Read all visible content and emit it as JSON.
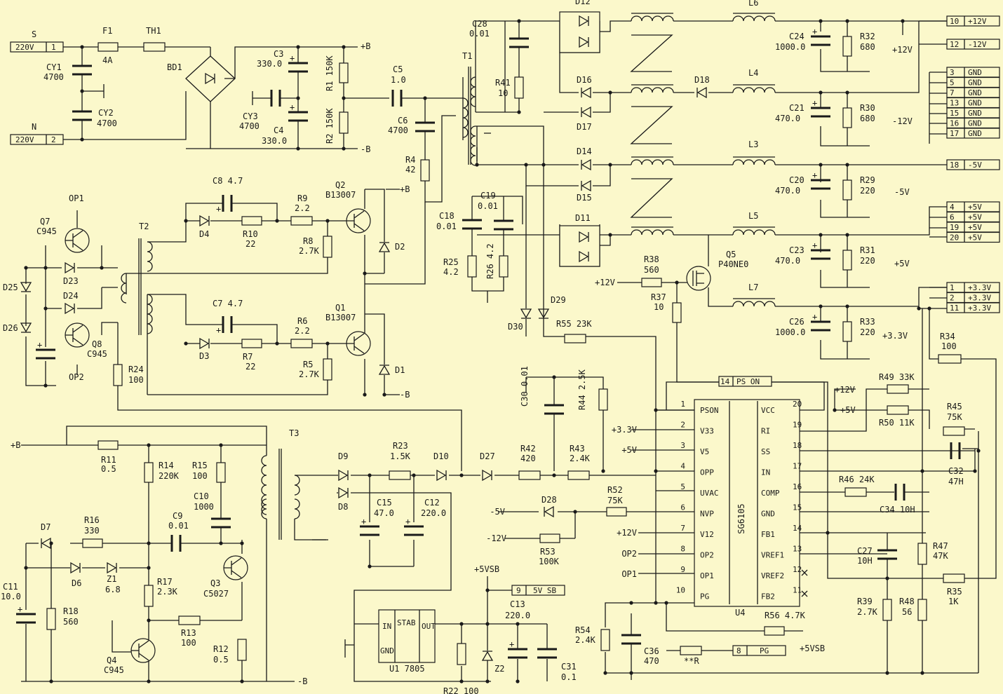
{
  "connectors": {
    "ac_s": {
      "name": "S",
      "pin": "1",
      "value": "220V"
    },
    "ac_n": {
      "name": "N",
      "pin": "2",
      "value": "220V"
    },
    "out_12v": [
      {
        "pin": "10",
        "label": "+12V"
      }
    ],
    "out_m12v": [
      {
        "pin": "12",
        "label": "-12V"
      }
    ],
    "out_gnd": [
      {
        "pin": "3",
        "label": "GND"
      },
      {
        "pin": "5",
        "label": "GND"
      },
      {
        "pin": "7",
        "label": "GND"
      },
      {
        "pin": "13",
        "label": "GND"
      },
      {
        "pin": "15",
        "label": "GND"
      },
      {
        "pin": "16",
        "label": "GND"
      },
      {
        "pin": "17",
        "label": "GND"
      }
    ],
    "out_m5v": [
      {
        "pin": "18",
        "label": "-5V"
      }
    ],
    "out_5v": [
      {
        "pin": "4",
        "label": "+5V"
      },
      {
        "pin": "6",
        "label": "+5V"
      },
      {
        "pin": "19",
        "label": "+5V"
      },
      {
        "pin": "20",
        "label": "+5V"
      }
    ],
    "out_33v": [
      {
        "pin": "1",
        "label": "+3.3V"
      },
      {
        "pin": "2",
        "label": "+3.3V"
      },
      {
        "pin": "11",
        "label": "+3.3V"
      }
    ],
    "ps_on": {
      "pin": "14",
      "label": "PS ON"
    },
    "sb": {
      "pin": "9",
      "label": "5V SB"
    },
    "pg": {
      "pin": "8",
      "label": "PG"
    }
  },
  "rail_labels": {
    "plus_b": "+B",
    "minus_b": "-B",
    "p12": "+12V",
    "m12": "-12V",
    "m5": "-5V",
    "p5": "+5V",
    "p33": "+3.3V",
    "p5vsb": "+5VSB"
  },
  "ic": {
    "name": "SG6105",
    "ref": "U4",
    "left_pins": [
      {
        "num": "1",
        "name": "PSON"
      },
      {
        "num": "2",
        "name": "V33"
      },
      {
        "num": "3",
        "name": "V5"
      },
      {
        "num": "4",
        "name": "OPP"
      },
      {
        "num": "5",
        "name": "UVAC"
      },
      {
        "num": "6",
        "name": "NVP"
      },
      {
        "num": "7",
        "name": "V12"
      },
      {
        "num": "8",
        "name": "OP2"
      },
      {
        "num": "9",
        "name": "OP1"
      },
      {
        "num": "10",
        "name": "PG"
      }
    ],
    "right_pins": [
      {
        "num": "20",
        "name": "VCC"
      },
      {
        "num": "19",
        "name": "RI"
      },
      {
        "num": "18",
        "name": "SS"
      },
      {
        "num": "17",
        "name": "IN"
      },
      {
        "num": "16",
        "name": "COMP"
      },
      {
        "num": "15",
        "name": "GND"
      },
      {
        "num": "14",
        "name": "FB1"
      },
      {
        "num": "13",
        "name": "VREF1"
      },
      {
        "num": "12",
        "name": "VREF2"
      },
      {
        "num": "11",
        "name": "FB2"
      }
    ],
    "left_inputs": [
      "+3.3V",
      "+5V",
      "",
      "-5V",
      "-12V",
      "+12V",
      "OP2",
      "OP1"
    ]
  },
  "regulator": {
    "ref": "U1 7805",
    "pin_in": "IN",
    "pin_gnd": "GND",
    "pin_out": "OUT",
    "name": "STAB"
  },
  "components": {
    "F1": "F1",
    "F1v": "4A",
    "TH1": "TH1",
    "BD1": "BD1",
    "CY1": "CY1",
    "CY1v": "4700",
    "CY2": "CY2",
    "CY2v": "4700",
    "CY3": "CY3",
    "CY3v": "4700",
    "C3": "C3",
    "C3v": "330.0",
    "C4": "C4",
    "C4v": "330.0",
    "R1": "R1 150K",
    "R2": "R2 150K",
    "C5": "C5",
    "C5v": "1.0",
    "C6": "C6",
    "C6v": "4700",
    "R4": "R4",
    "R4v": "42",
    "T1": "T1",
    "C28": "C28",
    "C28v": "0.01",
    "R41": "R41",
    "R41v": "10",
    "D12": "D12",
    "D16": "D16",
    "D17": "D17",
    "D18": "D18",
    "D14": "D14",
    "D15": "D15",
    "D11": "D11",
    "L6": "L6",
    "L4": "L4",
    "L3": "L3",
    "L5": "L5",
    "L7": "L7",
    "C24": "C24",
    "C24v": "1000.0",
    "R32": "R32",
    "R32v": "680",
    "C21": "C21",
    "C21v": "470.0",
    "R30": "R30",
    "R30v": "680",
    "C20": "C20",
    "C20v": "470.0",
    "R29": "R29",
    "R29v": "220",
    "C23": "C23",
    "C23v": "470.0",
    "R31": "R31",
    "R31v": "220",
    "C26": "C26",
    "C26v": "1000.0",
    "R33": "R33",
    "R33v": "220",
    "C19": "C19",
    "C19v": "0.01",
    "C18": "C18",
    "C18v": "0.01",
    "R25": "R25",
    "R25v": "4.2",
    "R26": "R26 4.2",
    "Q5": "Q5",
    "Q5v": "P40NE0",
    "R38": "R38",
    "R38v": "560",
    "R37": "R37",
    "R37v": "10",
    "D29": "D29",
    "D30": "D30",
    "R55": "R55 23K",
    "R34": "R34",
    "R34v": "100",
    "C8": "C8 4.7",
    "C7": "C7 4.7",
    "R9": "R9",
    "R9v": "2.2",
    "R10": "R10",
    "R10v": "22",
    "R8": "R8",
    "R8v": "2.7K",
    "R6": "R6",
    "R6v": "2.2",
    "R7": "R7",
    "R7v": "22",
    "R5": "R5",
    "R5v": "2.7K",
    "Q2": "Q2",
    "Q2v": "B13007",
    "Q1": "Q1",
    "Q1v": "B13007",
    "D1": "D1",
    "D2": "D2",
    "D3": "D3",
    "D4": "D4",
    "T2": "T2",
    "OP1": "OP1",
    "OP2": "OP2",
    "Q7": "Q7",
    "Q7v": "C945",
    "Q8": "Q8",
    "Q8v": "C945",
    "D23": "D23",
    "D24": "D24",
    "D25": "D25",
    "D26": "D26",
    "R24": "R24",
    "R24v": "100",
    "R11": "R11",
    "R11v": "0.5",
    "R14": "R14",
    "R14v": "220K",
    "R15": "R15",
    "R15v": "100",
    "C10": "C10",
    "C10v": "1000",
    "C9": "C9",
    "C9v": "0.01",
    "R16": "R16",
    "R16v": "330",
    "D7": "D7",
    "D6": "D6",
    "Z1": "Z1",
    "Z1v": "6.8",
    "R17": "R17",
    "R17v": "2.3K",
    "Q3": "Q3",
    "Q3v": "C5027",
    "C11": "C11",
    "C11v": "10.0",
    "R18": "R18",
    "R18v": "560",
    "Q4": "Q4",
    "Q4v": "C945",
    "R13": "R13",
    "R13v": "100",
    "R12": "R12",
    "R12v": "0.5",
    "T3": "T3",
    "D9": "D9",
    "D8": "D8",
    "R23": "R23",
    "R23v": "1.5K",
    "D10": "D10",
    "C15": "C15",
    "C15v": "47.0",
    "C12": "C12",
    "C12v": "220.0",
    "D27": "D27",
    "R42": "R42",
    "R42v": "420",
    "R43": "R43",
    "R43v": "2.4K",
    "C30": "C30 0.01",
    "R44": "R44 2.5K",
    "R52": "R52",
    "R52v": "75K",
    "D28": "D28",
    "R53": "R53",
    "R53v": "100K",
    "C13": "C13",
    "C13v": "220.0",
    "C31": "C31",
    "C31v": "0.1",
    "Z2": "Z2",
    "R22": "R22 100",
    "R54": "R54",
    "R54v": "2.4K",
    "C36": "C36",
    "C36v": "470",
    "R56": "R56 4.7K",
    "RR": "**R",
    "R49": "R49 33K",
    "R50": "R50 11K",
    "R45": "R45",
    "R45v": "75K",
    "C32": "C32",
    "C32v": "47H",
    "R46": "R46 24K",
    "C34": "C34 10H",
    "C27": "C27",
    "C27v": "10H",
    "R47": "R47",
    "R47v": "47K",
    "R39": "R39",
    "R39v": "2.7K",
    "R48": "R48",
    "R48v": "56",
    "R35": "R35",
    "R35v": "1K"
  }
}
